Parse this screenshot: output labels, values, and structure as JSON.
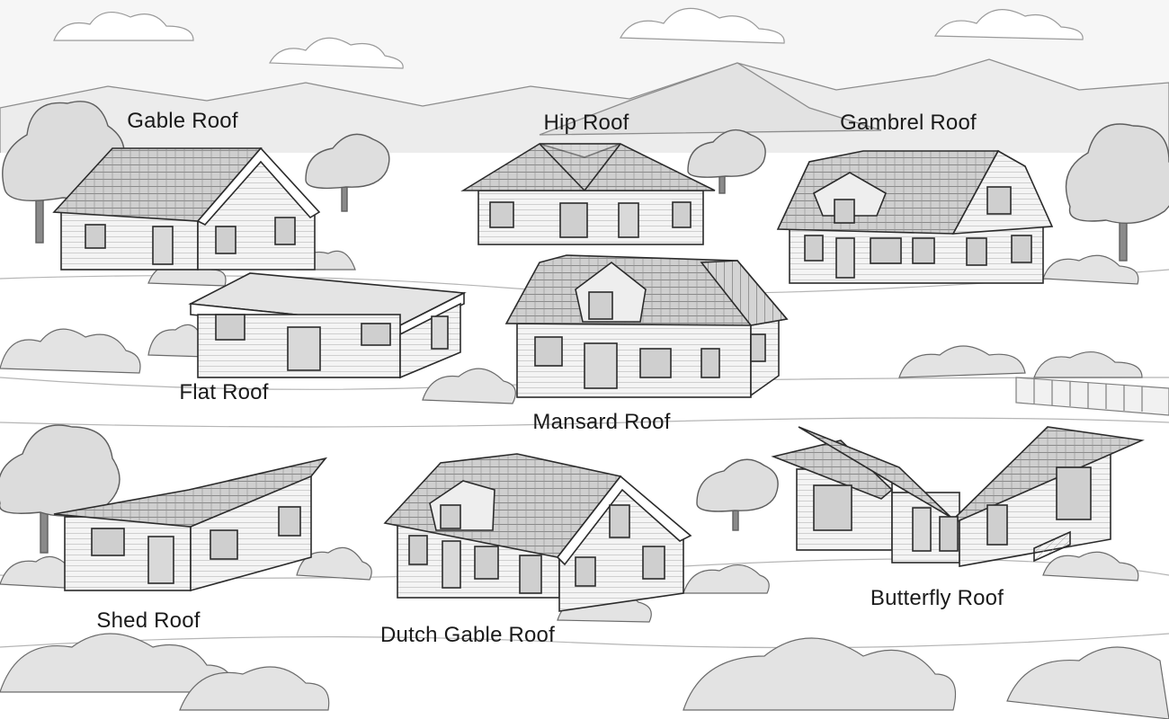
{
  "colors": {
    "ink": "#2b2b2b",
    "paper": "#ffffff",
    "shade": "#d9d9d9",
    "roof": "#bdbdbd",
    "sky": "#f3f3f3"
  },
  "labels": {
    "gable": "Gable Roof",
    "hip": "Hip Roof",
    "gambrel": "Gambrel Roof",
    "flat": "Flat Roof",
    "mansard": "Mansard Roof",
    "shed": "Shed Roof",
    "dutch_gable": "Dutch Gable Roof",
    "butterfly": "Butterfly Roof"
  }
}
